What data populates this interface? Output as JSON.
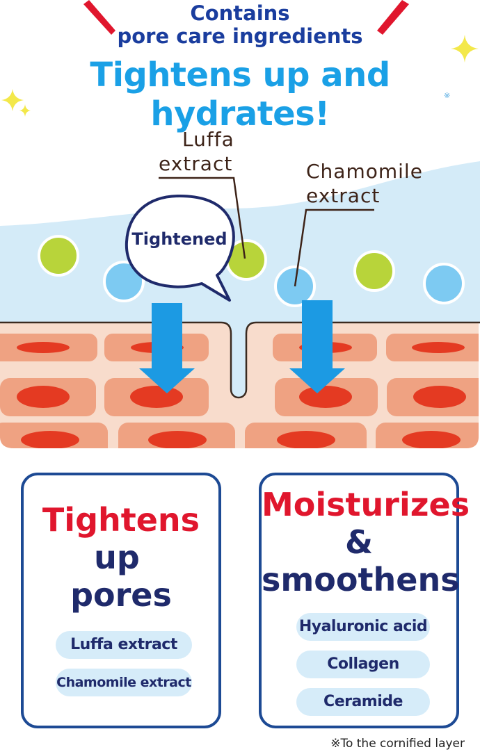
{
  "header": {
    "line1": "Contains",
    "line2": "pore care ingredients",
    "headline": "Tightens up and hydrates!",
    "headline_mark": "※"
  },
  "illustration": {
    "luffa_label_1": "Luffa",
    "luffa_label_2": "extract",
    "chamomile_label_1": "Chamomile",
    "chamomile_label_2": "extract",
    "bubble_text": "Tightened"
  },
  "card_left": {
    "line1": "Tightens",
    "line2": "up",
    "line3": "pores",
    "items": [
      "Luffa extract",
      "Chamomile extract"
    ]
  },
  "card_right": {
    "line1": "Moisturizes",
    "line2": "&",
    "line3": "smoothens",
    "items": [
      "Hyaluronic acid",
      "Collagen",
      "Ceramide"
    ]
  },
  "footnote": "※To the cornified layer",
  "colors": {
    "title_blue": "#1aa0e6",
    "navy": "#1f2a6b",
    "accent_red": "#e0162d",
    "card_border": "#1d4a94",
    "pill_bg": "#d6ecf9",
    "luffa_green": "#b8d43a",
    "chamomile_blue": "#7dcaf2",
    "arrow_blue": "#1c9ae3",
    "skin_light": "#f8dccc",
    "skin_cell": "#efa282",
    "cell_nucleus": "#e43a22"
  }
}
